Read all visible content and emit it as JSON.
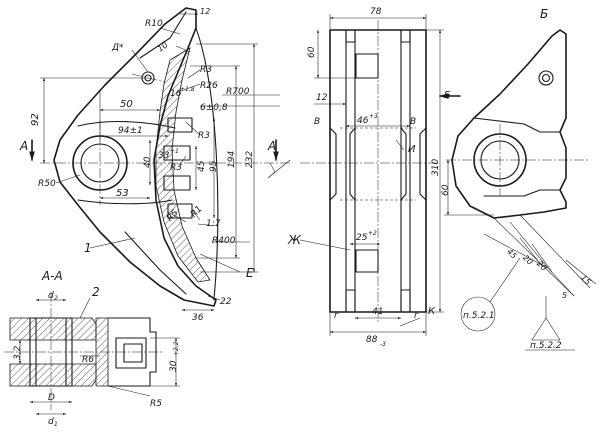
{
  "labels": {
    "view_b_title": "Б",
    "section_title": "А-А",
    "part_number": "1",
    "part_number_2": "2",
    "cut_mark_a_left": "А",
    "cut_mark_a_right": "А",
    "arrow_b": "Б",
    "mark_d": "Д*",
    "mark_e": "Е",
    "mark_zh": "Ж",
    "mark_i": "И",
    "mark_k": "К",
    "mark_v_left": "В",
    "mark_v_right": "В",
    "mark_g_left": "г",
    "mark_g_right": "г",
    "note_1": "п.5.2.1",
    "note_2": "п.5.2.2"
  },
  "dims": {
    "r10": "R10",
    "d12_top": "12",
    "d10": "10",
    "r3_a": "R3",
    "r26": "R26",
    "r700": "R700",
    "d16": "16",
    "d16_tol": "+1,8",
    "d6": "6±0,8",
    "d50": "50",
    "d92": "92",
    "d94": "94±1",
    "r3_b": "R3",
    "d33": "33",
    "d33_tol": "+1",
    "r3_c": "R3",
    "d40": "40",
    "d45": "45",
    "d95": "95",
    "d194": "194",
    "d232": "232",
    "r50": "R50",
    "d53": "53",
    "r5_a": "R5",
    "r1": "R1",
    "d17": "1:7",
    "r400": "R400",
    "d36": "36",
    "d22": "22",
    "d78": "78",
    "d60_top": "60",
    "d12_mid": "12",
    "d46": "46",
    "d46_tol": "+3",
    "d310": "310",
    "d25": "25",
    "d25_tol": "+2",
    "d41": "41",
    "d88": "88",
    "d88_tol": "-3",
    "d60_right": "60",
    "d45_r": "45",
    "d20_a": "20",
    "d20_b": "20",
    "d5": "5",
    "d15": "15",
    "d_d2": "d",
    "d_d2_sub": "2",
    "d_32": "3,2",
    "r6": "R6",
    "d_D": "D",
    "d_d1": "d",
    "d_d1_sub": "1",
    "r5_b": "R5",
    "d30": "30",
    "d30_tol": "+2,2"
  }
}
